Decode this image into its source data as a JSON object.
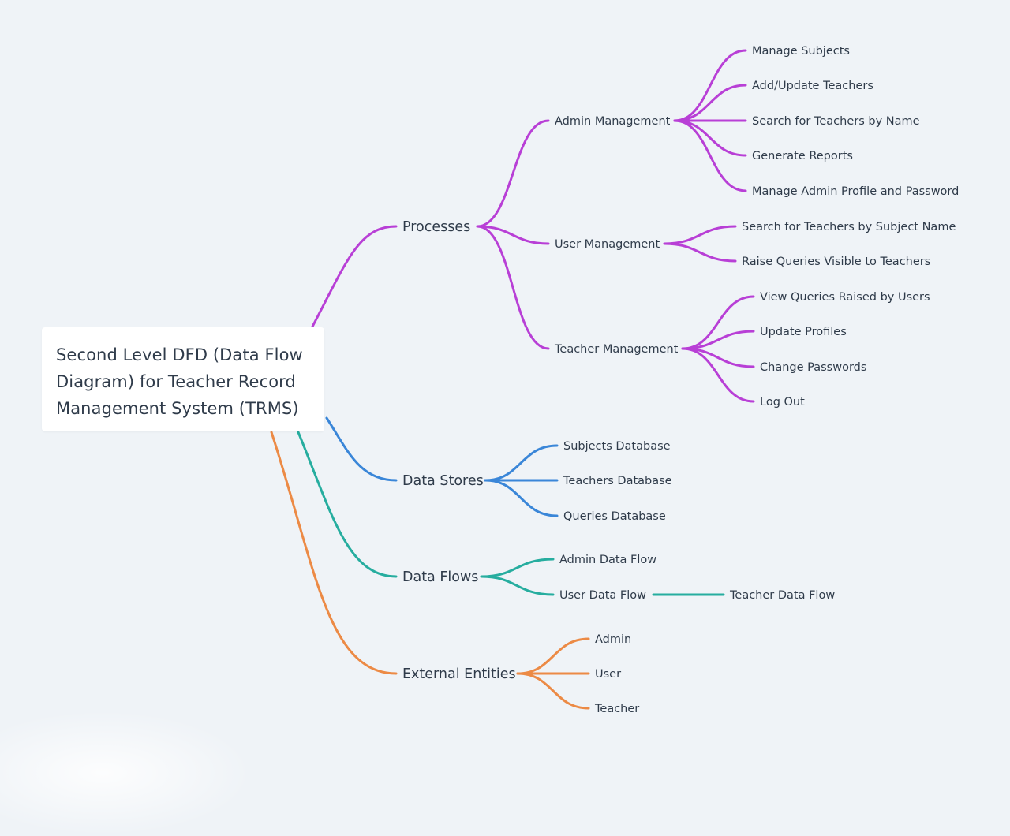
{
  "root": {
    "title": "Second Level DFD (Data Flow Diagram) for Teacher Record Management System (TRMS)"
  },
  "colors": {
    "processes": "#b83fd6",
    "data_stores": "#3a86d8",
    "data_flows": "#26ad9f",
    "external_entities": "#ec8a45"
  },
  "branches": {
    "processes": {
      "label": "Processes",
      "admin": {
        "label": "Admin Management",
        "items": [
          "Manage Subjects",
          "Add/Update Teachers",
          "Search for Teachers by Name",
          "Generate Reports",
          "Manage Admin Profile and Password"
        ]
      },
      "user": {
        "label": "User Management",
        "items": [
          "Search for Teachers by Subject Name",
          "Raise Queries Visible to Teachers"
        ]
      },
      "teacher": {
        "label": "Teacher Management",
        "items": [
          "View Queries Raised by Users",
          "Update Profiles",
          "Change Passwords",
          "Log Out"
        ]
      }
    },
    "data_stores": {
      "label": "Data Stores",
      "items": [
        "Subjects Database",
        "Teachers Database",
        "Queries Database"
      ]
    },
    "data_flows": {
      "label": "Data Flows",
      "admin_flow": "Admin Data Flow",
      "user_flow": "User Data Flow",
      "teacher_flow": "Teacher Data Flow"
    },
    "external_entities": {
      "label": "External Entities",
      "items": [
        "Admin",
        "User",
        "Teacher"
      ]
    }
  }
}
